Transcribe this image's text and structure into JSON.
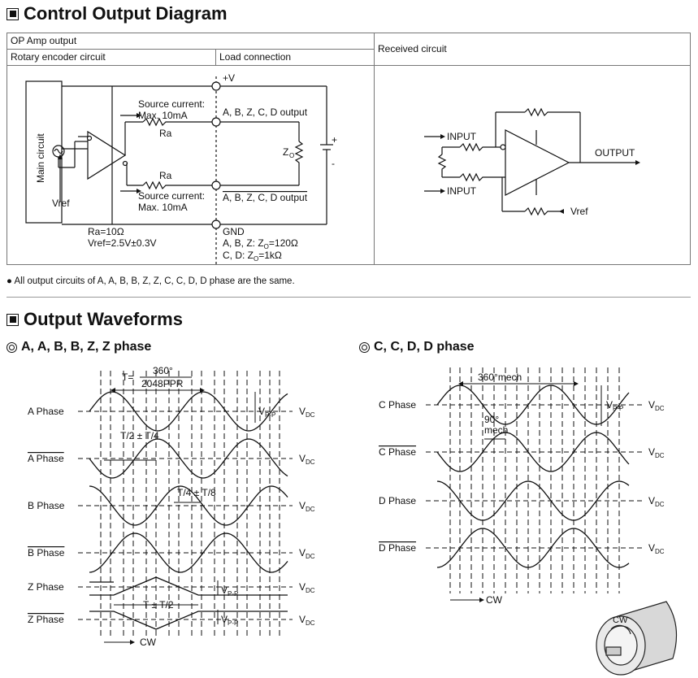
{
  "control": {
    "title": "Control Output Diagram",
    "header_op_amp": "OP Amp output",
    "header_rotary": "Rotary encoder circuit",
    "header_load": "Load connection",
    "header_received": "Received circuit",
    "circuit": {
      "main_circuit": "Main circuit",
      "vref": "Vref",
      "ra1": "Ra",
      "ra2": "Ra",
      "source1a": "Source current:",
      "source1b": "Max. 10mA",
      "source2a": "Source current:",
      "source2b": "Max. 10mA",
      "plus_v": "+V",
      "out_pos": "A, B, Z, C, D output",
      "out_neg": "A, B, Z, C, D output",
      "zo": "Z",
      "zo_sub": "O",
      "plus": "+",
      "minus": "-",
      "gnd": "GND",
      "ra_value": "Ra=10Ω",
      "vref_value": "Vref=2.5V±0.3V",
      "abz_prefix": "A, B, Z: Z",
      "abz_sub": "O",
      "abz_val": "=120Ω",
      "cd_prefix": "C, D: Z",
      "cd_sub": "O",
      "cd_val": "=1kΩ"
    },
    "received": {
      "input1": "INPUT",
      "input2": "INPUT",
      "output": "OUTPUT",
      "vref": "Vref"
    },
    "note": "● All output circuits of A, A, B, B, Z, Z, C, C, D, D phase are the same."
  },
  "waveforms": {
    "title": "Output Waveforms",
    "left_title": "A, A, B, B, Z, Z phase",
    "right_title": "C, C, D, D phase",
    "left": {
      "period_label": "T=",
      "period_num": "360°",
      "period_den": "2048PPR",
      "vpp": "V",
      "vpp_sub": "P-P",
      "half_t": "T/2 ± T/4",
      "quarter_t": "T/4 ± T/8",
      "zt": "T ± T/2",
      "vdc": "V",
      "vdc_sub": "DC",
      "phases": [
        "A Phase",
        "A Phase",
        "B Phase",
        "B Phase",
        "Z Phase",
        "Z Phase"
      ],
      "cw": "CW"
    },
    "right": {
      "mech360": "360°mech",
      "mech90a": "90°",
      "mech90b": "mech",
      "vpp": "V",
      "vpp_sub": "P-P",
      "vdc": "V",
      "vdc_sub": "DC",
      "phases": [
        "C Phase",
        "C Phase",
        "D Phase",
        "D Phase"
      ],
      "cw": "CW",
      "encoder_cw": "CW"
    }
  }
}
